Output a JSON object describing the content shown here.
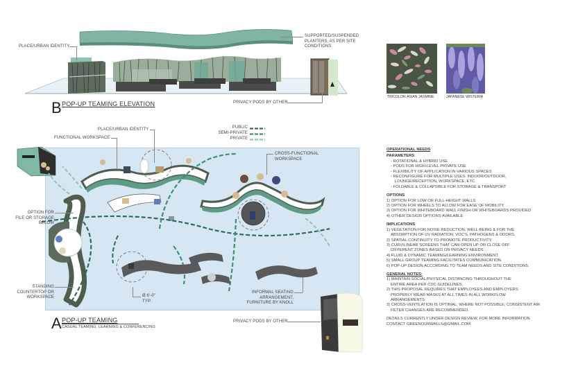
{
  "elevation": {
    "letter": "B",
    "title": "POP-UP TEAMING ELEVATION",
    "labels": {
      "place_urban_identity": "PLACE/URBAN IDENTITY",
      "planters_line1": "SUPPORTED/SUSPENDED",
      "planters_line2": "PLANTERS, AS PER SITE",
      "planters_line3": "CONDITIONS",
      "privacy_pods": "PRIVACY PODS BY OTHER"
    }
  },
  "plants": [
    {
      "caption": "TRICOLOR ASIAN JASMINE",
      "colors": [
        "#6b7a62",
        "#c98a9f",
        "#e4d7d7",
        "#3f4a3a"
      ]
    },
    {
      "caption": "JAPANESE WISTERIA",
      "colors": [
        "#7d79c2",
        "#a8a4de",
        "#5f5aa6",
        "#6d8a55"
      ]
    }
  ],
  "plan": {
    "letter": "A",
    "title": "POP-UP TEAMING",
    "subtitle": "CASUAL TEAMING, LEARNING & CONFERENCING",
    "legend": [
      {
        "label": "PUBLIC",
        "color": "#2f6b57"
      },
      {
        "label": "SEMI-PRIVATE",
        "color": "#3f8f72"
      },
      {
        "label": "PRIVATE",
        "color": "#8fc7b1"
      }
    ],
    "labels": {
      "place_urban_identity": "PLACE/URBAN IDENTITY",
      "functional_workspace": "FUNCTIONAL WORKSPACE",
      "cross_functional_1": "CROSS-FUNCTIONAL",
      "cross_functional_2": "WORKSPACE",
      "option_file_1": "OPTION FOR",
      "option_file_2": "FILE OR STORAGE",
      "option_file_3": "BELOW",
      "standing_1": "STANDING",
      "standing_2": "COUNTERTOP OR",
      "standing_3": "WORKSPACE",
      "diameter_1": "Ø 6'-0\"",
      "diameter_2": "TYP.",
      "informal_1": "INFORMAL SEATING",
      "informal_2": "ARRANGEMENT,",
      "informal_3": "FURNITURE BY KNOLL",
      "privacy_pods": "PRIVACY PODS BY OTHER"
    },
    "colors": {
      "floor": "#d6e6f3",
      "panel_dark": "#4f5d4f",
      "panel_teal": "#5f9c86",
      "counter": "#ffffff",
      "seating": "#5a5a5a",
      "pod_teal": "#7fb8a3",
      "pod_cream": "#f7f8e6"
    }
  },
  "notes": {
    "operational_needs": "OPERATIONAL NEEDS",
    "parameters": {
      "heading": "PARAMETERS",
      "items": [
        "- ROTATIONAL & HYBRID USE",
        "- PODS FOR HIGH-LEVEL PRIVATE USE",
        "- FLEXIBILITY OF APPLICATION IN VARIOUS SPACES",
        "- RECONFIGURE FOR MULTIPLE USES: INDOOR/OUTDOOR,",
        "  LOUNGE/RECEPTION, WORKSPACE, ETC.",
        "- FOLDABLE & COLLAPSIBLE FOR STORAGE & TRANSPORT"
      ]
    },
    "options": {
      "heading": "OPTIONS",
      "items": [
        "1) OPTION FOR LOW OR FULL-HEIGHT WALLS",
        "2) OPTION FOR WHEELS TO ALLOW FOR EASE OF MOBILITY",
        "3) OPTION FOR WHITEBOARD WALL FINISH OR WHITEBOARDS PROVIDED",
        "4) OTHER DESIGN OPTIONS AVAILABLE"
      ]
    },
    "implications": {
      "heading": "IMPLICATIONS",
      "items": [
        "1) VEGETATION FOR NOISE REDUCTION, WELL-BEING & FOR THE",
        "   ABSORPTION OF UV RADIATION, VOC'S, PATHOGENS & ODORS.",
        "2) SPATIAL CONTINUITY TO PROMOTE PRODUCTIVITY.",
        "3) CURVILINEAR SCREENS THAT CAN OPEN UP OR CLOSE OFF",
        "   DIFFERENT ZONES BASED ON PRIVACY NEEDS.",
        "4) FLUID & DYNAMIC TEAMING/LEARNING ENVIRONMENT",
        "5) SMALL GROUP TEAMING FACILITATES COMMUNICATION.",
        "6) POP-UP DESIGN ACCORDING TO TEAM NEEDS AND SITE CONDITIONS."
      ]
    },
    "general_notes": {
      "heading": "GENERAL NOTES:",
      "items": [
        "1) MAINTAIN SOCIAL/PHYSICAL DISTANCING THROUGHOUT THE",
        "   ENTIRE AREA PER CDC GUIDELINES.",
        "2) THIS PROPOSAL REQUIRES THAT EMPLOYEES AND EMPLOYERS",
        "   PROPERLY WEAR MASKS AT ALL TIMES IN ALL WORKFLOW",
        "   ARRANGEMENTS.",
        "3) CROSS-VENTILATION IS OPTIMAL; WHERE NOT POSSIBLE, CONSISTENT AIR",
        "   FILTER CHANGES ARE RECOMMENDED."
      ]
    },
    "footer": [
      "DETAILS CURRENTLY UNDER DESIGN REVIEW, FOR MORE INFORMATION",
      "CONTACT GREENOURWALLS@GMAIL.COM"
    ]
  }
}
